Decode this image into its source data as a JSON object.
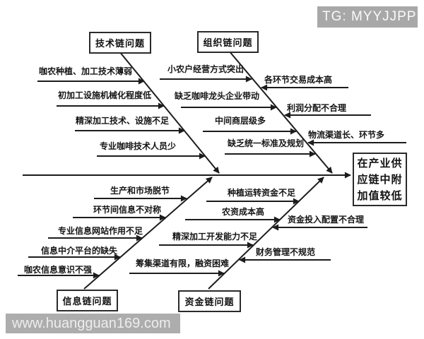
{
  "diagram": {
    "effect": {
      "lines": [
        "在产业供",
        "应链中附",
        "加值较低"
      ]
    },
    "categories": {
      "tech": {
        "label": "技术链问题",
        "causes": [
          "咖农种植、加工技术薄弱",
          "初加工设施机械化程度低",
          "精深加工技术、设施不足",
          "专业咖啡技术人员少"
        ]
      },
      "org": {
        "label": "组织链问题",
        "causes_left": [
          "小农户经营方式突出",
          "缺乏咖啡龙头企业带动",
          "中间商层级多",
          "缺乏统一标准及规划"
        ],
        "causes_right": [
          "各环节交易成本高",
          "利润分配不合理",
          "物流渠道长、环节多"
        ]
      },
      "info": {
        "label": "信息链问题",
        "causes": [
          "生产和市场脱节",
          "环节间信息不对称",
          "专业信息网站作用不足",
          "信息中介平台的缺失",
          "咖农信息意识不强"
        ]
      },
      "fund": {
        "label": "资金链问题",
        "causes_left": [
          "种植运转资金不足",
          "农资成本高",
          "精深加工开发能力不足",
          "筹集渠道有限，融资困难"
        ],
        "causes_right": [
          "资金投入配置不合理",
          "财务管理不规范"
        ]
      }
    }
  },
  "watermarks": {
    "top_right": "TG: MYYJJPP",
    "bottom": "www.huangguan169.com"
  },
  "colors": {
    "background": "#ffffff",
    "line": "#1c1c1c",
    "text": "#151515",
    "watermark_bg": "#a8a8a8",
    "watermark_text": "#f2f2f2"
  }
}
